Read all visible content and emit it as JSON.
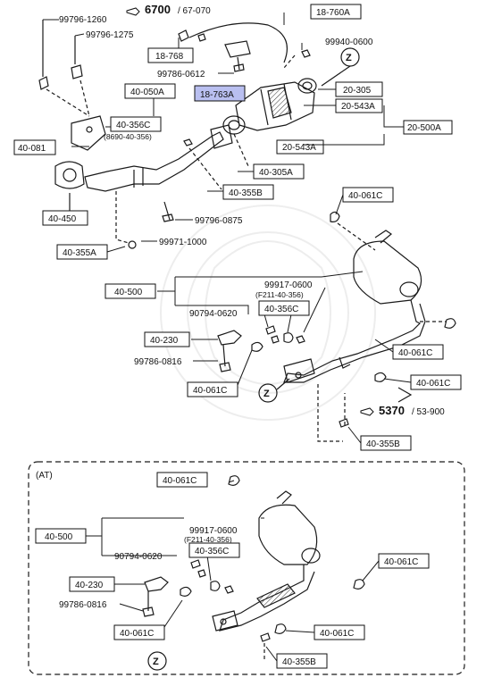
{
  "diagram": {
    "part_numbers": {
      "p99796_1260": "99796-1260",
      "p99796_1275": "99796-1275",
      "ref6700_bold": "6700",
      "ref6700_rest": "/ 67-070",
      "b18_760A": "18-760A",
      "p99940_0600": "99940-0600",
      "b18_768": "18-768",
      "p99786_0612": "99786-0612",
      "b40_050A": "40-050A",
      "b18_763A": "18-763A",
      "b20_305": "20-305",
      "p20_543A_1": "20-543A",
      "b20_500A": "20-500A",
      "b40_356C_top": "40-356C",
      "p8690_40_356": "(8690-40-356)",
      "b40_081": "40-081",
      "p20_543A_2": "20-543A",
      "b40_305A": "40-305A",
      "b40_355B_top": "40-355B",
      "b40_450": "40-450",
      "p99796_0875": "99796-0875",
      "b40_061C_a": "40-061C",
      "b40_355A": "40-355A",
      "p99971_1000": "99971-1000",
      "b40_500_mt": "40-500",
      "p99917_0600_mt": "99917-0600",
      "pF211_mt": "(F211-40-356)",
      "p90794_0620_mt": "90794-0620",
      "b40_356C_mt": "40-356C",
      "b40_230_mt": "40-230",
      "p99786_0816_mt": "99786-0816",
      "b40_061C_mt1": "40-061C",
      "b40_061C_mt2": "40-061C",
      "b40_061C_mt3": "40-061C",
      "ref5370_bold": "5370",
      "ref5370_rest": "/ 53-900",
      "b40_355B_mt": "40-355B",
      "at_label": "(AT)",
      "b40_061C_at1": "40-061C",
      "b40_500_at": "40-500",
      "p99917_0600_at": "99917-0600",
      "pF211_at": "(F211-40-356)",
      "p90794_0620_at": "90794-0620",
      "b40_356C_at": "40-356C",
      "b40_061C_at2": "40-061C",
      "b40_230_at": "40-230",
      "p99786_0816_at": "99786-0816",
      "b40_061C_at3": "40-061C",
      "b40_061C_at4": "40-061C",
      "b40_355B_at": "40-355B",
      "z_marker": "Z"
    },
    "highlight_color": "#b9bff0",
    "line_color": "#1a1a1a"
  }
}
